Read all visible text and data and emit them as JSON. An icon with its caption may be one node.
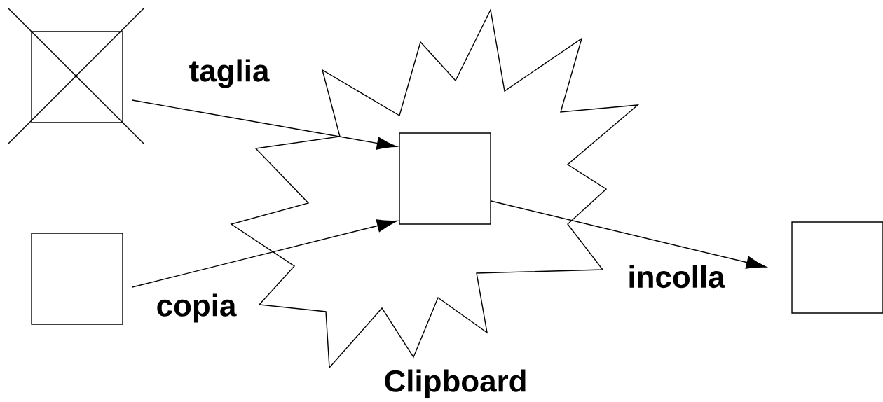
{
  "diagram": {
    "nodes": [
      {
        "text": [],
        "shape": "box"
      },
      {
        "text": [],
        "shape": "box"
      },
      {
        "text": [
          "Clipboard"
        ]
      },
      {
        "text": [],
        "shape": "box",
        "in": 2
      },
      {
        "text": [],
        "shape": "box"
      }
    ],
    "edges": [
      {
        "from": 0,
        "to": 3,
        "arrow": "to",
        "label": "taglia"
      },
      {
        "from": 1,
        "to": 3,
        "arrow": "to",
        "label": "copia"
      },
      {
        "from": 3,
        "to": 4,
        "arrow": "to",
        "label": "incolla"
      }
    ]
  }
}
